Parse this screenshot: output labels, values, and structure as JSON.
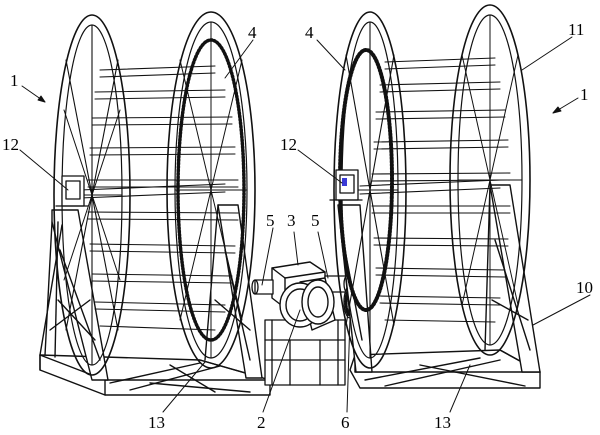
{
  "figure": {
    "part_labels": {
      "reel_assembly": "1",
      "gear_motor": "2",
      "gearbox": "3",
      "ring_gear": "4",
      "coupling": "5",
      "drive_pinion": "6",
      "base_frame": "10",
      "reel_wheel": "11",
      "bearing_block": "12",
      "frame_foot": "13"
    },
    "colors": {
      "line": "#111111",
      "background": "#ffffff",
      "bearing_accent": "#3a3ad6"
    }
  }
}
